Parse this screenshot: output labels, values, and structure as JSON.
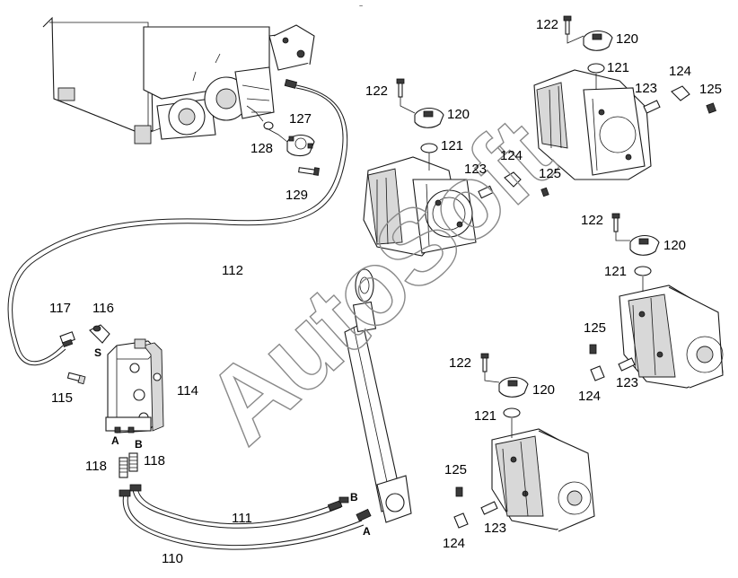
{
  "watermark": {
    "text": "AutoSoft"
  },
  "header_mark": "~",
  "part_labels": {
    "l_110": "110",
    "l_111": "111",
    "l_112": "112",
    "l_114": "114",
    "l_115": "115",
    "l_116": "116",
    "l_117": "117",
    "l_118a": "118",
    "l_118b": "118",
    "l_120a": "120",
    "l_120b": "120",
    "l_120c": "120",
    "l_120d": "120",
    "l_121a": "121",
    "l_121b": "121",
    "l_121c": "121",
    "l_121d": "121",
    "l_122a": "122",
    "l_122b": "122",
    "l_122c": "122",
    "l_122d": "122",
    "l_123a": "123",
    "l_123b": "123",
    "l_123c": "123",
    "l_123d": "123",
    "l_124a": "124",
    "l_124b": "124",
    "l_124c": "124",
    "l_124d": "124",
    "l_125a": "125",
    "l_125b": "125",
    "l_125c": "125",
    "l_125d": "125",
    "l_127": "127",
    "l_128": "128",
    "l_129": "129"
  },
  "port_labels": {
    "valve_a": "A",
    "valve_b": "B",
    "valve_s": "S",
    "cyl_a": "A",
    "cyl_b": "B"
  }
}
